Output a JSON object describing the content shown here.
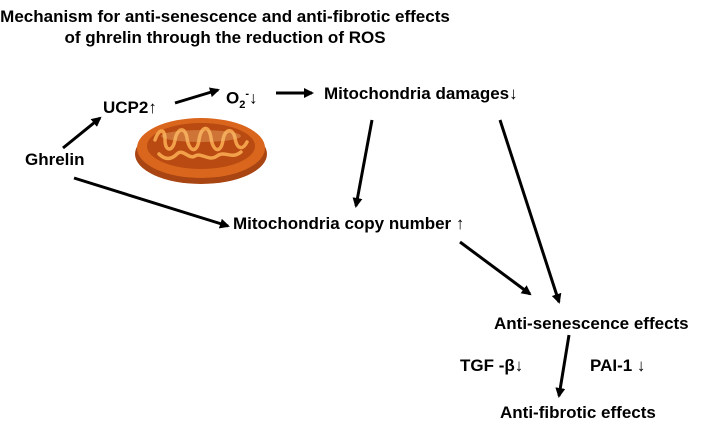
{
  "title": {
    "line1": "Mechanism for anti-senescence and anti-fibrotic  effects",
    "line2": "of ghrelin through the reduction of ROS"
  },
  "nodes": {
    "ghrelin": "Ghrelin",
    "ucp2": "UCP2↑",
    "o2": {
      "base": "O",
      "sub": "2",
      "sup": "-",
      "arrow": "↓"
    },
    "mito_damage": "Mitochondria damages↓",
    "mito_copy": "Mitochondria copy number ↑",
    "anti_senescence": "Anti-senescence effects",
    "tgf": "TGF  -β↓",
    "pai": "PAI-1 ↓",
    "anti_fibrotic": "Anti-fibrotic  effects"
  },
  "colors": {
    "text": "#000000",
    "arrow": "#000000",
    "mito_outer": "#d9661c",
    "mito_inner": "#b84a12",
    "mito_crista": "#f2a04a"
  },
  "icons": {
    "mitochondrion": "mitochondrion-icon"
  }
}
